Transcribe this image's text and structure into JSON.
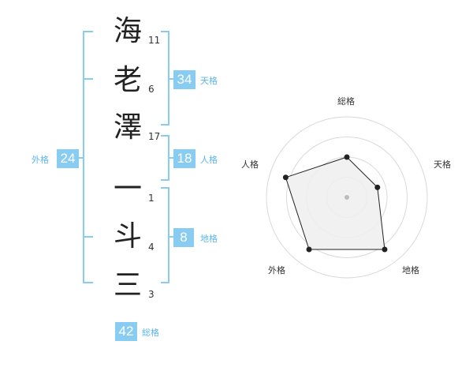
{
  "name_chars": [
    {
      "char": "海",
      "strokes": "11"
    },
    {
      "char": "老",
      "strokes": "6"
    },
    {
      "char": "澤",
      "strokes": "17"
    },
    {
      "char": "一",
      "strokes": "1"
    },
    {
      "char": "斗",
      "strokes": "4"
    },
    {
      "char": "三",
      "strokes": "3"
    }
  ],
  "fortunes": {
    "tenkaku": {
      "label": "天格",
      "value": "34"
    },
    "jinkaku": {
      "label": "人格",
      "value": "18"
    },
    "chikaku": {
      "label": "地格",
      "value": "8"
    },
    "gaikaku": {
      "label": "外格",
      "value": "24"
    },
    "soukaku": {
      "label": "総格",
      "value": "42"
    }
  },
  "radar": {
    "axes": [
      "総格",
      "天格",
      "地格",
      "外格",
      "人格"
    ],
    "levels": [
      0.5,
      0.4,
      0.8,
      0.8,
      0.8
    ],
    "colors": {
      "fill": "#efefef",
      "line": "#222222",
      "grid": "#d9d9d9",
      "point": "#222222",
      "center": "#bbbbbb"
    }
  },
  "colors": {
    "bracket": "#88ccf2",
    "accent": "#5ab7ea"
  }
}
